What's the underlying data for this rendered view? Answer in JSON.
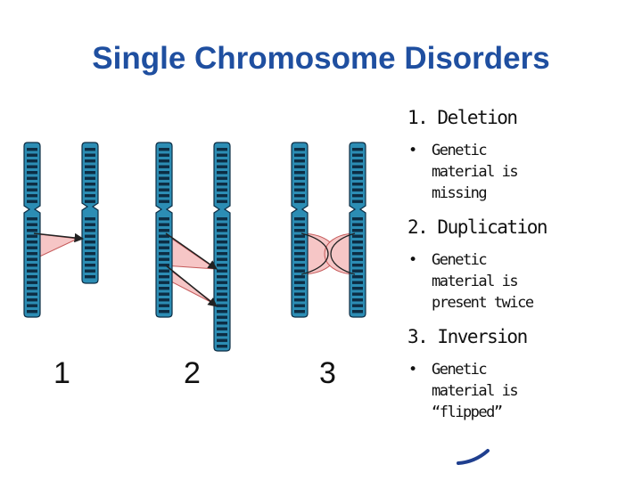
{
  "title": "Single Chromosome Disorders",
  "panel_numbers": [
    "1",
    "2",
    "3"
  ],
  "items": [
    {
      "heading": "1. Deletion",
      "bullet": "•",
      "bullet_lines": [
        "Genetic",
        "material is",
        "missing"
      ]
    },
    {
      "heading": "2. Duplication",
      "bullet": "•",
      "bullet_lines": [
        "Genetic",
        "material is",
        "present twice"
      ]
    },
    {
      "heading": "3. Inversion",
      "bullet": "•",
      "bullet_lines": [
        "Genetic",
        "material is",
        "“flipped”"
      ]
    }
  ],
  "colors": {
    "title": "#1f4fa0",
    "chromosome_fill": "#2c8db4",
    "chromosome_bands": "#0d2d44",
    "highlight_fill": "#f6c6c6",
    "highlight_stroke": "#c55a5a",
    "arrow": "#222222"
  }
}
